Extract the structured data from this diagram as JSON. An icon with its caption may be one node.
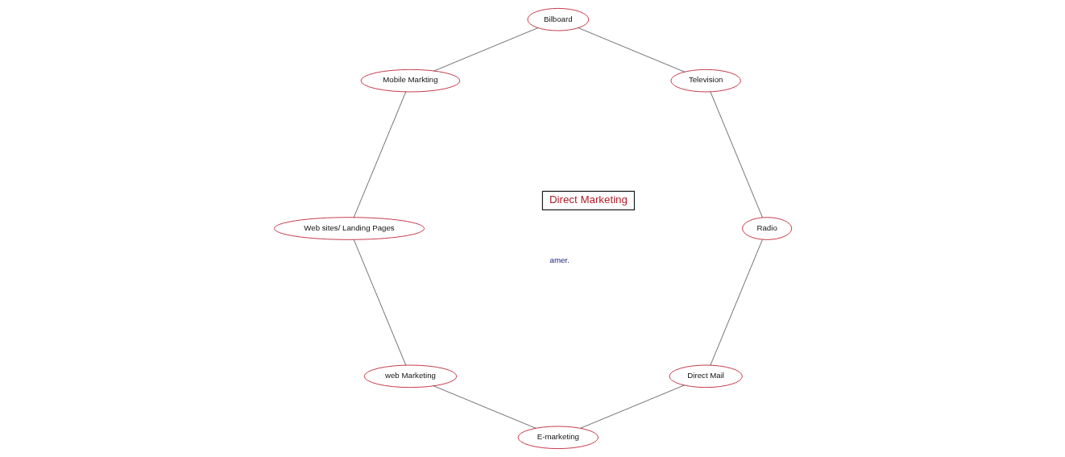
{
  "diagram": {
    "nodes": [
      {
        "text": [
          "Direct Marketing"
        ]
      },
      {
        "text": [
          "Direct Mail"
        ]
      },
      {
        "text": [
          "E-marketing"
        ]
      },
      {
        "text": [
          "web Marketing"
        ]
      },
      {
        "text": [
          "Web sites/ Landing Pages"
        ]
      },
      {
        "text": [
          "Mobile Markting"
        ]
      },
      {
        "text": [
          "Bilboard"
        ]
      },
      {
        "text": [
          "Television"
        ]
      },
      {
        "text": [
          "Radio"
        ]
      }
    ],
    "edges": [
      {
        "from": 1,
        "to": 2,
        "arrow": "none"
      },
      {
        "from": 2,
        "to": 3,
        "arrow": "none"
      },
      {
        "from": 3,
        "to": 4,
        "arrow": "none"
      },
      {
        "from": 4,
        "to": 5,
        "arrow": "none"
      },
      {
        "from": 5,
        "to": 6,
        "arrow": "none"
      },
      {
        "from": 6,
        "to": 7,
        "arrow": "none"
      },
      {
        "from": 7,
        "to": 8,
        "arrow": "none"
      },
      {
        "from": 8,
        "to": 1,
        "arrow": "none"
      }
    ],
    "labels": [
      "amer."
    ]
  }
}
